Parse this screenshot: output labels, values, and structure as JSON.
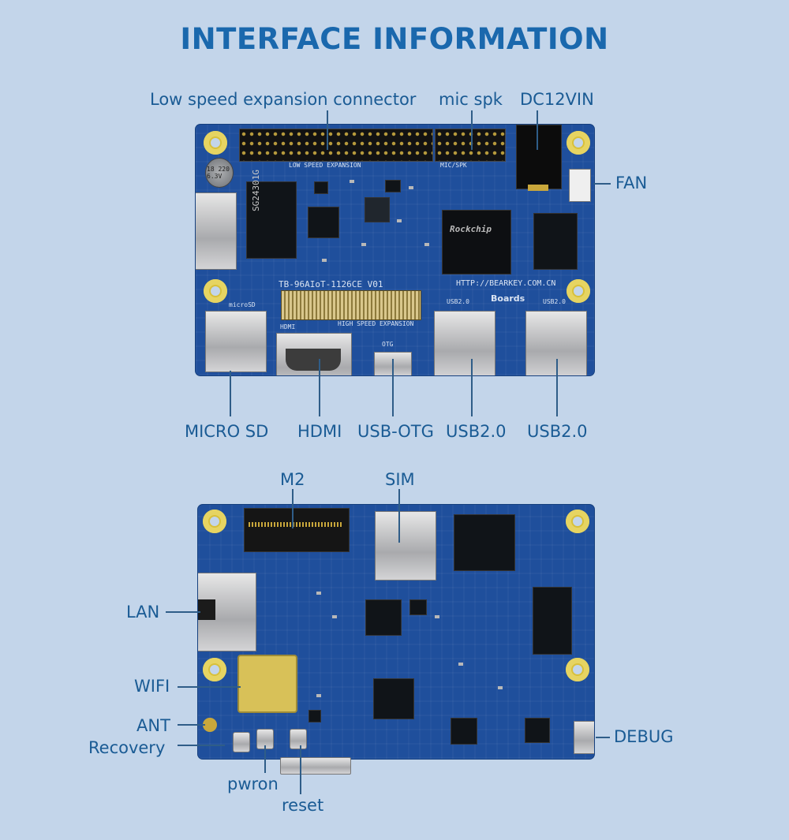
{
  "title": "INTERFACE INFORMATION",
  "top_board": {
    "labels": {
      "low_speed": "Low speed expansion connector",
      "mic_spk": "mic spk",
      "dc12vin": "DC12VIN",
      "fan": "FAN",
      "micro_sd": "MICRO SD",
      "hdmi": "HDMI",
      "usb_otg": "USB-OTG",
      "usb2_a": "USB2.0",
      "usb2_b": "USB2.0"
    },
    "silkscreen": {
      "low_speed_expansion": "LOW SPEED EXPANSION",
      "mic_spk": "MIC/SPK",
      "board_id": "TB-96AIoT-1126CE V01",
      "url": "HTTP://BEARKEY.COM.CN",
      "high_speed_expansion": "HIGH SPEED EXPANSION",
      "microsd": "microSD",
      "hdmi": "HDMI",
      "usb_otg": "OTG",
      "usb20_left": "USB2.0",
      "usb20_right": "USB2.0",
      "boards_logo": "Boards",
      "rockchip": "Rockchip",
      "sg24301g": "SG24301G",
      "cap": "18 220 6.3V"
    }
  },
  "bottom_board": {
    "labels": {
      "m2": "M2",
      "sim": "SIM",
      "lan": "LAN",
      "wifi": "WIFI",
      "ant": "ANT",
      "recovery": "Recovery",
      "pwron": "pwron",
      "reset": "reset",
      "debug": "DEBUG"
    }
  },
  "colors": {
    "background": "#c3d5ea",
    "title": "#1a68ad",
    "label": "#1a5b94",
    "pcb": "#1f4f9c",
    "gold": "#d8c03a"
  }
}
